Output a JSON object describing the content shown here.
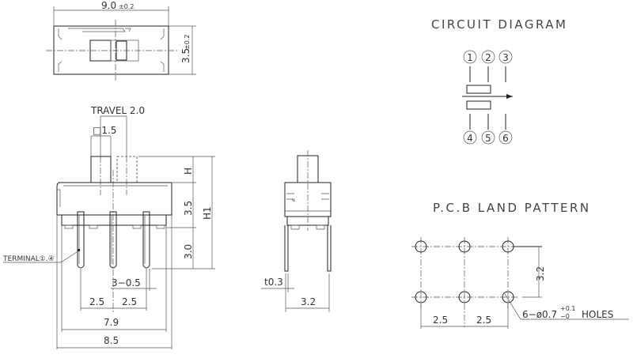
{
  "top_view": {
    "width_dim": "9.0",
    "width_tol": "±0.2",
    "height_dim": "3.5",
    "height_tol": "±0.2"
  },
  "front_view": {
    "travel": "TRAVEL 2.0",
    "actuator_size": "□1.5",
    "h_label": "H",
    "body_height": "3.5",
    "pin_length": "3.0",
    "h1_label": "H1",
    "terminal_label": "TERMINAL①.④",
    "pin_width": "3−0.5",
    "pitch_left": "2.5",
    "pitch_right": "2.5",
    "base_width": "7.9",
    "body_width": "8.5"
  },
  "side_view": {
    "thickness": "t0.3",
    "pin_span": "3.2"
  },
  "circuit": {
    "title": "CIRCUIT DIAGRAM",
    "top_pins": [
      "1",
      "2",
      "3"
    ],
    "bottom_pins": [
      "4",
      "5",
      "6"
    ]
  },
  "pcb": {
    "title": "P.C.B LAND PATTERN",
    "row_spacing": "3.2",
    "pitch_left": "2.5",
    "pitch_right": "2.5",
    "holes_prefix": "6−ø0.7",
    "tol_plus": "+0.1",
    "tol_minus": "−0",
    "holes_suffix": "HOLES"
  }
}
